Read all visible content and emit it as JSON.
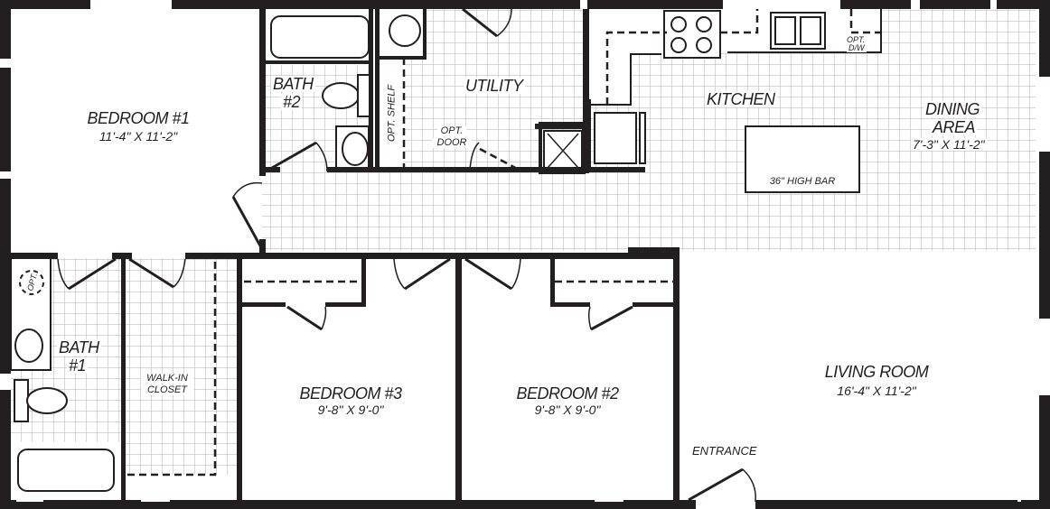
{
  "plan": {
    "rooms": [
      {
        "id": "bedroom-1",
        "name": "BEDROOM #1",
        "dims": "11'-4\" X 11'-2\""
      },
      {
        "id": "bath-2",
        "name": "BATH",
        "number": "#2"
      },
      {
        "id": "utility",
        "name": "UTILITY"
      },
      {
        "id": "kitchen",
        "name": "KITCHEN"
      },
      {
        "id": "dining-area",
        "name": "DINING",
        "name2": "AREA",
        "dims": "7'-3\" X 11'-2\""
      },
      {
        "id": "bath-1",
        "name": "BATH",
        "number": "#1"
      },
      {
        "id": "walk-in-closet",
        "name": "WALK-IN",
        "name2": "CLOSET"
      },
      {
        "id": "bedroom-3",
        "name": "BEDROOM #3",
        "dims": "9'-8\" X 9'-0\""
      },
      {
        "id": "bedroom-2",
        "name": "BEDROOM #2",
        "dims": "9'-8\" X 9'-0\""
      },
      {
        "id": "living-room",
        "name": "LIVING ROOM",
        "dims": "16'-4\" X 11'-2\""
      }
    ],
    "annotations": {
      "opt_shelf": "OPT. SHELF",
      "opt_door_1": "OPT.",
      "opt_door_2": "DOOR",
      "opt_dw_1": "OPT.",
      "opt_dw_2": "D/W",
      "high_bar": "36\" HIGH BAR",
      "opt_tub": "OPT.",
      "entrance": "ENTRANCE"
    },
    "colors": {
      "wall": "#231f20",
      "grid": "#bdbdbd",
      "background": "#ffffff"
    }
  }
}
